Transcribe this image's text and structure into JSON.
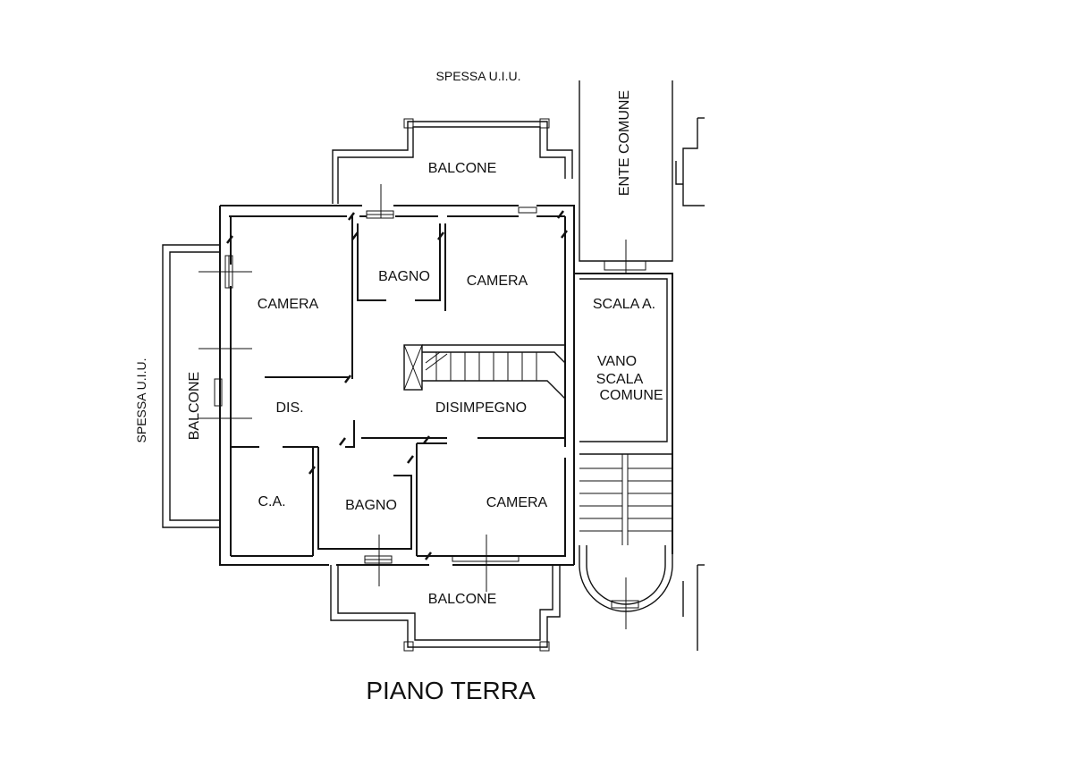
{
  "rooms": {
    "balcone_top": "BALCONE",
    "camera_nw": "CAMERA",
    "bagno_top": "BAGNO",
    "camera_ne": "CAMERA",
    "dis": "DIS.",
    "disimpegno": "DISIMPEGNO",
    "ca": "C.A.",
    "bagno_bottom": "BAGNO",
    "camera_se": "CAMERA",
    "balcone_bottom": "BALCONE",
    "balcone_left": "BALCONE"
  },
  "common": {
    "ente_comune": "ENTE COMUNE",
    "scala_a": "SCALA A.",
    "vano_line1": "VANO",
    "vano_line2": "SCALA",
    "vano_line3": "COMUNE"
  },
  "boundary": {
    "top": "SPESSA U.I.U.",
    "left": "SPESSA U.I.U."
  },
  "floor_label": "PIANO TERRA"
}
